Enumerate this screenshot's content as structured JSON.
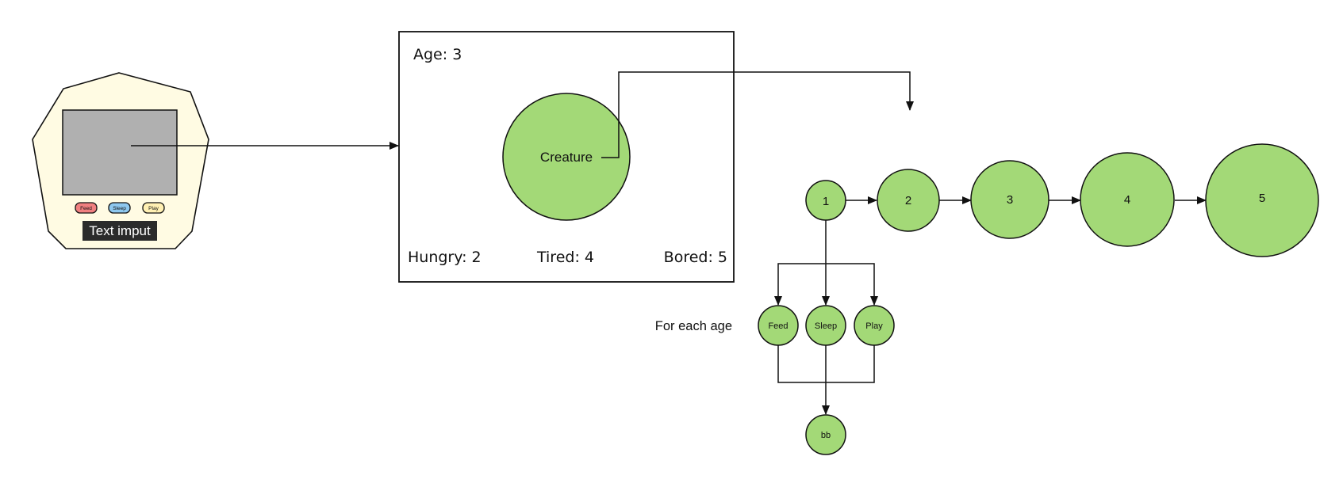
{
  "colors": {
    "node_fill": "#a3d977",
    "device_fill": "#fffbe3",
    "screen_fill": "#b0b0b0",
    "feed_button": "#f08080",
    "sleep_button": "#8ec8ef",
    "play_button": "#fff0b3",
    "text_input_fill": "#2b2b2b",
    "stroke": "#111111"
  },
  "device": {
    "buttons": {
      "feed": "Feed",
      "sleep": "Sleep",
      "play": "Play"
    },
    "text_input": "Text imput"
  },
  "screen": {
    "age": "Age: 3",
    "creature": "Creature",
    "hungry": "Hungry: 2",
    "tired": "Tired: 4",
    "bored": "Bored: 5"
  },
  "ages": [
    "1",
    "2",
    "3",
    "4",
    "5"
  ],
  "actions_caption": "For each age",
  "actions": [
    "Feed",
    "Sleep",
    "Play"
  ],
  "merge_node": "bb"
}
